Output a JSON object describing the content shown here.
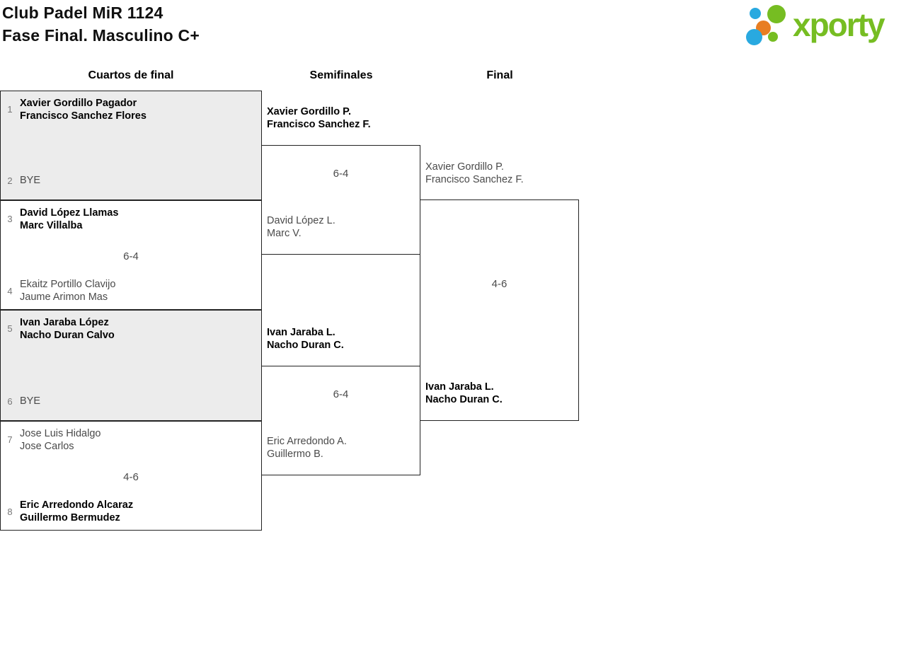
{
  "header": {
    "title_line1": "Club Padel MiR 1124",
    "title_line2": "Fase Final. Masculino C+"
  },
  "logo": {
    "brand": "xporty",
    "brand_green": "#76bd22",
    "dot_blue": "#29a9e0",
    "dot_orange": "#e87e22"
  },
  "columns": {
    "c1": "Cuartos de final",
    "c2": "Semifinales",
    "c3": "Final"
  },
  "bracket": {
    "qf1": {
      "seed_top": "1",
      "top1": "Xavier Gordillo Pagador",
      "top2": "Francisco Sanchez Flores",
      "seed_bottom": "2",
      "bye": "BYE"
    },
    "qf2": {
      "seed_top": "3",
      "top1": "David López Llamas",
      "top2": "Marc Villalba",
      "score": "6-4",
      "seed_bottom": "4",
      "bottom1": "Ekaitz Portillo Clavijo",
      "bottom2": "Jaume Arimon Mas"
    },
    "qf3": {
      "seed_top": "5",
      "top1": "Ivan Jaraba López",
      "top2": "Nacho Duran Calvo",
      "seed_bottom": "6",
      "bye": "BYE"
    },
    "qf4": {
      "seed_top": "7",
      "top1": "Jose Luis Hidalgo",
      "top2": "Jose Carlos",
      "score": "4-6",
      "seed_bottom": "8",
      "bottom1": "Eric Arredondo Alcaraz",
      "bottom2": "Guillermo Bermudez"
    },
    "sf1": {
      "top1": "Xavier Gordillo P.",
      "top2": "Francisco Sanchez F.",
      "score": "6-4",
      "bottom1": "David López L.",
      "bottom2": "Marc V."
    },
    "sf2": {
      "top1": "Ivan Jaraba L.",
      "top2": "Nacho Duran C.",
      "score": "6-4",
      "bottom1": "Eric Arredondo A.",
      "bottom2": "Guillermo B."
    },
    "final": {
      "top1": "Xavier Gordillo P.",
      "top2": "Francisco Sanchez F.",
      "score": "4-6",
      "bottom1": "Ivan Jaraba L.",
      "bottom2": "Nacho Duran C."
    }
  }
}
